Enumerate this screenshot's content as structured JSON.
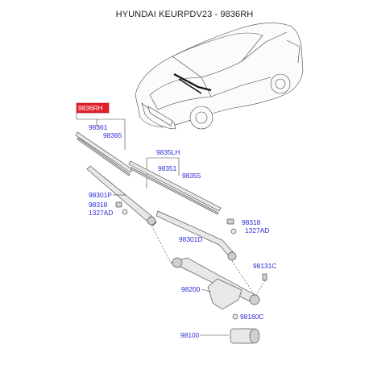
{
  "title": "HYUNDAI KEURPDV23 - 9836RH",
  "colors": {
    "label": "#2b2bd6",
    "highlight": "#e0202a",
    "line": "#444444"
  },
  "labels": {
    "rh_assy": "9836RH",
    "blade_rh": "98361",
    "refill_rh": "98365",
    "lh_assy": "9835LH",
    "blade_lh": "98351",
    "refill_lh": "98355",
    "arm_rh": "98301P",
    "cap_rh": "98318",
    "nut_rh": "1327AD",
    "cap_lh": "98318",
    "nut_lh": "1327AD",
    "arm_lh": "98301D",
    "pivot_cap": "98131C",
    "linkage": "98200",
    "bolt": "98160C",
    "motor": "98100"
  }
}
